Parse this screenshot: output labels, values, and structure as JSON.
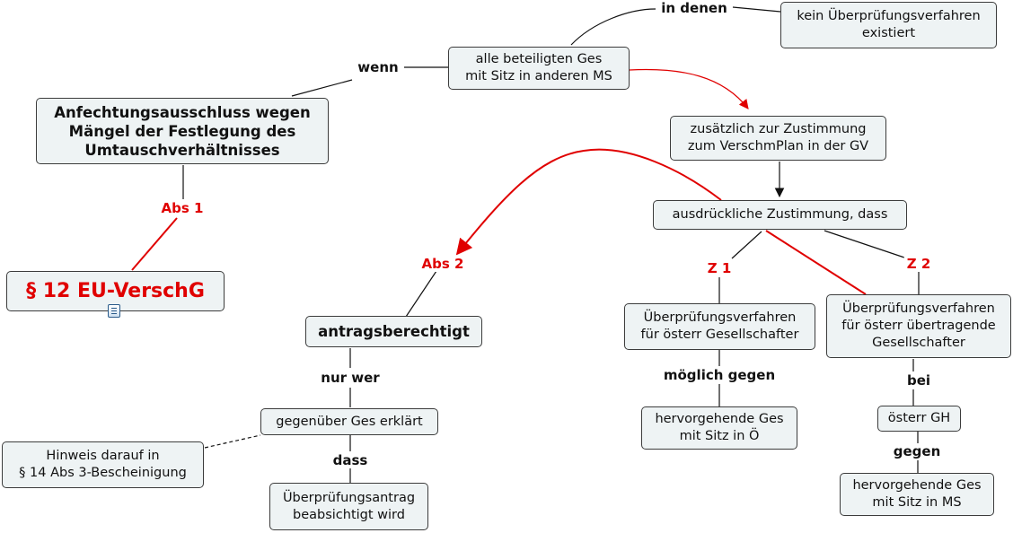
{
  "nodes": {
    "anfechtungsausschluss": "Anfechtungsausschluss wegen\nMängel der Festlegung des\nUmtauschverhältnisses",
    "paragraph": "§ 12 EU-VerschG",
    "alle_beteiligten": "alle beteiligten Ges\nmit Sitz in anderen MS",
    "kein_verfahren": "kein Überprüfungsverfahren\nexistiert",
    "zusaetzlich": "zusätzlich zur Zustimmung\nzum VerschmPlan in der GV",
    "ausdrueckliche": "ausdrückliche Zustimmung, dass",
    "antragsberechtigt": "antragsberechtigt",
    "gegenueber": "gegenüber Ges erklärt",
    "hinweis": "Hinweis darauf in\n§ 14 Abs 3-Bescheinigung",
    "pruefungsantrag": "Überprüfungsantrag\nbeabsichtigt wird",
    "verfahren_oesterr": "Überprüfungsverfahren\nfür österr Gesellschafter",
    "hervorgehende_oe": "hervorgehende Ges\nmit Sitz in Ö",
    "verfahren_uebertragend": "Überprüfungsverfahren\nfür österr übertragende\nGesellschafter",
    "oesterr_gh": "österr GH",
    "hervorgehende_ms": "hervorgehende Ges\nmit Sitz in MS"
  },
  "labels": {
    "wenn": "wenn",
    "in_denen": "in denen",
    "abs1": "Abs 1",
    "abs2": "Abs 2",
    "nur_wer": "nur wer",
    "dass": "dass",
    "z1": "Z 1",
    "z2": "Z 2",
    "moeglich_gegen": "möglich gegen",
    "bei": "bei",
    "gegen": "gegen"
  },
  "colors": {
    "line": "#111111",
    "relation": "#e00000",
    "node_fill": "#eef3f4"
  },
  "icons": {
    "note": "note-icon"
  }
}
